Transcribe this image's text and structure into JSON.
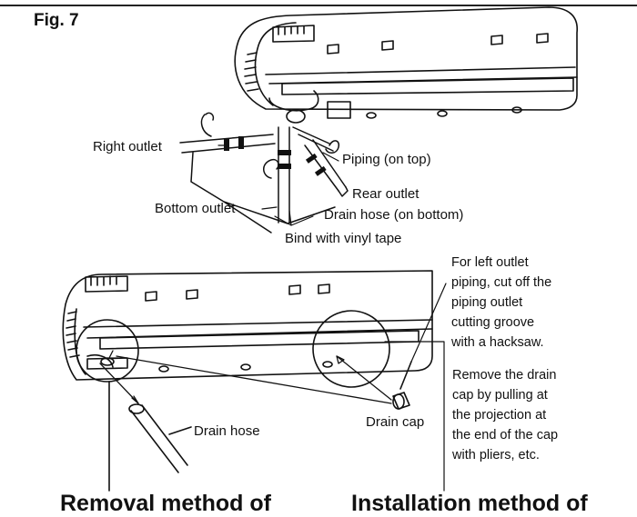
{
  "figure": {
    "label": "Fig. 7"
  },
  "labels": {
    "right_outlet": "Right outlet",
    "piping_on_top": "Piping (on top)",
    "rear_outlet": "Rear outlet",
    "bottom_outlet": "Bottom outlet",
    "drain_hose_on_bottom": "Drain hose (on bottom)",
    "bind_with_vinyl_tape": "Bind with vinyl tape",
    "drain_hose": "Drain hose",
    "drain_cap": "Drain cap"
  },
  "notes": {
    "left_outlet": [
      "For left outlet",
      "piping, cut off the",
      "piping outlet",
      "cutting groove",
      "with a hacksaw."
    ],
    "drain_cap_removal": [
      "Remove the drain",
      "cap by pulling at",
      "the projection at",
      "the end of the cap",
      "with pliers, etc."
    ]
  },
  "headings": {
    "removal": "Removal method of",
    "installation": "Installation method of"
  }
}
